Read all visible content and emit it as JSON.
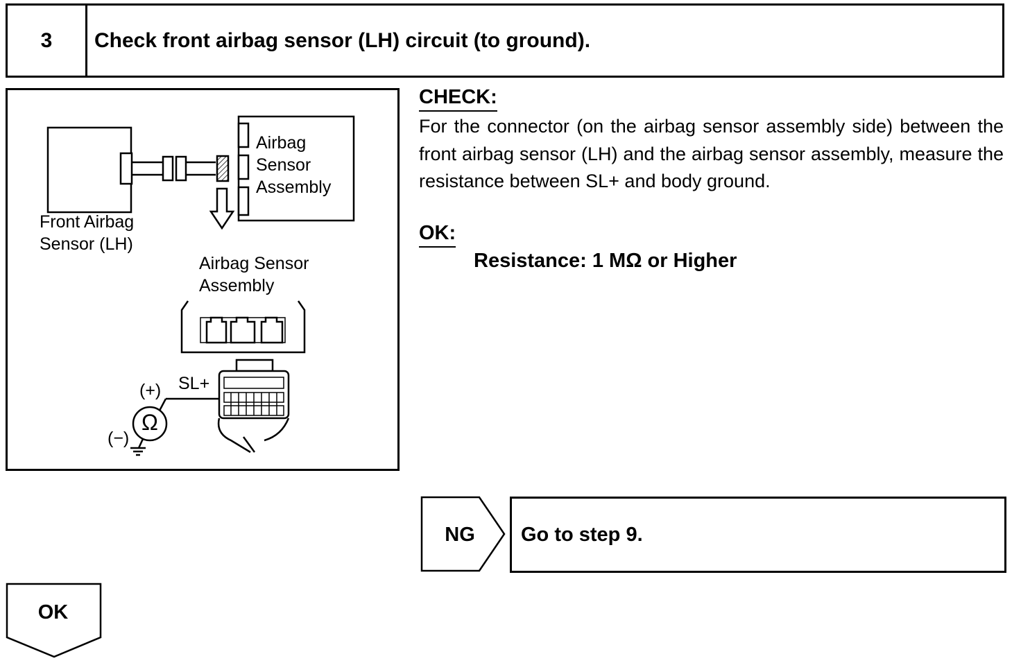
{
  "step": {
    "number": "3",
    "title": "Check front airbag sensor (LH) circuit (to ground)."
  },
  "diagram": {
    "labels": {
      "airbag_sensor_assembly_top": [
        "Airbag",
        "Sensor",
        "Assembly"
      ],
      "front_airbag_sensor": [
        "Front Airbag",
        "Sensor (LH)"
      ],
      "airbag_sensor_assembly": [
        "Airbag Sensor",
        "Assembly"
      ],
      "terminal": "SL+",
      "positive": "(+)",
      "negative": "(−)",
      "ohm_symbol": "Ω"
    }
  },
  "instructions": {
    "check_heading": "CHECK:",
    "check_text": "For the connector (on the airbag sensor assembly side) between the front airbag sensor (LH) and the airbag sensor assembly, measure the resistance between SL+ and body ground.",
    "ok_heading": "OK:",
    "spec": "Resistance: 1 MΩ or Higher"
  },
  "results": {
    "ng_label": "NG",
    "ng_action": "Go to step 9.",
    "ok_label": "OK"
  }
}
